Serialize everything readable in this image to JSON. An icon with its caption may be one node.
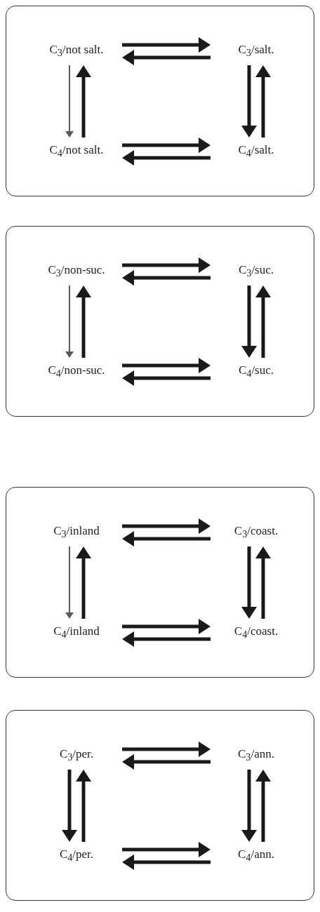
{
  "diagram": {
    "nodes": [
      {
        "text": [],
        "shape": "box"
      },
      {
        "text": [
          "C$_{3}$/not salt."
        ],
        "in": 0
      },
      {
        "text": [
          "C$_{3}$/salt."
        ],
        "in": 0
      },
      {
        "text": [
          "C$_{4}$/not salt."
        ],
        "in": 0
      },
      {
        "text": [
          "C$_{4}$/salt."
        ],
        "in": 0
      },
      {
        "text": [],
        "shape": "box"
      },
      {
        "text": [
          "C$_{3}$/non-suc."
        ],
        "in": 5
      },
      {
        "text": [
          "C$_{3}$/suc."
        ],
        "in": 5
      },
      {
        "text": [
          "C$_{4}$/non-suc."
        ],
        "in": 5
      },
      {
        "text": [
          "C$_{4}$/suc."
        ],
        "in": 5
      },
      {
        "text": [],
        "shape": "box"
      },
      {
        "text": [
          "C$_{3}$/inland"
        ],
        "in": 10
      },
      {
        "text": [
          "C$_{3}$/coast."
        ],
        "in": 10
      },
      {
        "text": [
          "C$_{4}$/inland"
        ],
        "in": 10
      },
      {
        "text": [
          "C$_{4}$/coast."
        ],
        "in": 10
      },
      {
        "text": [],
        "shape": "box"
      },
      {
        "text": [
          "C$_{3}$/per."
        ],
        "in": 15
      },
      {
        "text": [
          "C$_{3}$/ann."
        ],
        "in": 15
      },
      {
        "text": [
          "C$_{4}$/per."
        ],
        "in": 15
      },
      {
        "text": [
          "C$_{4}$/ann."
        ],
        "in": 15
      }
    ],
    "edges": [
      {
        "from": 1,
        "to": 2,
        "arrow": "to"
      },
      {
        "from": 2,
        "to": 1,
        "arrow": "to"
      },
      {
        "from": 1,
        "to": 3,
        "arrow": "to",
        "color": "#5a5a5a"
      },
      {
        "from": 3,
        "to": 1,
        "arrow": "to"
      },
      {
        "from": 2,
        "to": 4,
        "arrow": "to"
      },
      {
        "from": 4,
        "to": 2,
        "arrow": "to"
      },
      {
        "from": 3,
        "to": 4,
        "arrow": "to"
      },
      {
        "from": 4,
        "to": 3,
        "arrow": "to"
      },
      {
        "from": 6,
        "to": 7,
        "arrow": "to"
      },
      {
        "from": 7,
        "to": 6,
        "arrow": "to"
      },
      {
        "from": 6,
        "to": 8,
        "arrow": "to",
        "color": "#5a5a5a"
      },
      {
        "from": 8,
        "to": 6,
        "arrow": "to"
      },
      {
        "from": 7,
        "to": 9,
        "arrow": "to"
      },
      {
        "from": 9,
        "to": 7,
        "arrow": "to"
      },
      {
        "from": 8,
        "to": 9,
        "arrow": "to"
      },
      {
        "from": 9,
        "to": 8,
        "arrow": "to"
      },
      {
        "from": 11,
        "to": 12,
        "arrow": "to"
      },
      {
        "from": 12,
        "to": 11,
        "arrow": "to"
      },
      {
        "from": 11,
        "to": 13,
        "arrow": "to",
        "color": "#5a5a5a"
      },
      {
        "from": 13,
        "to": 11,
        "arrow": "to"
      },
      {
        "from": 12,
        "to": 14,
        "arrow": "to"
      },
      {
        "from": 14,
        "to": 12,
        "arrow": "to"
      },
      {
        "from": 13,
        "to": 14,
        "arrow": "to"
      },
      {
        "from": 14,
        "to": 13,
        "arrow": "to"
      },
      {
        "from": 16,
        "to": 17,
        "arrow": "to"
      },
      {
        "from": 17,
        "to": 16,
        "arrow": "to"
      },
      {
        "from": 16,
        "to": 18,
        "arrow": "to"
      },
      {
        "from": 18,
        "to": 16,
        "arrow": "to"
      },
      {
        "from": 17,
        "to": 19,
        "arrow": "to"
      },
      {
        "from": 19,
        "to": 17,
        "arrow": "to"
      },
      {
        "from": 18,
        "to": 19,
        "arrow": "to"
      },
      {
        "from": 19,
        "to": 18,
        "arrow": "to"
      }
    ]
  }
}
